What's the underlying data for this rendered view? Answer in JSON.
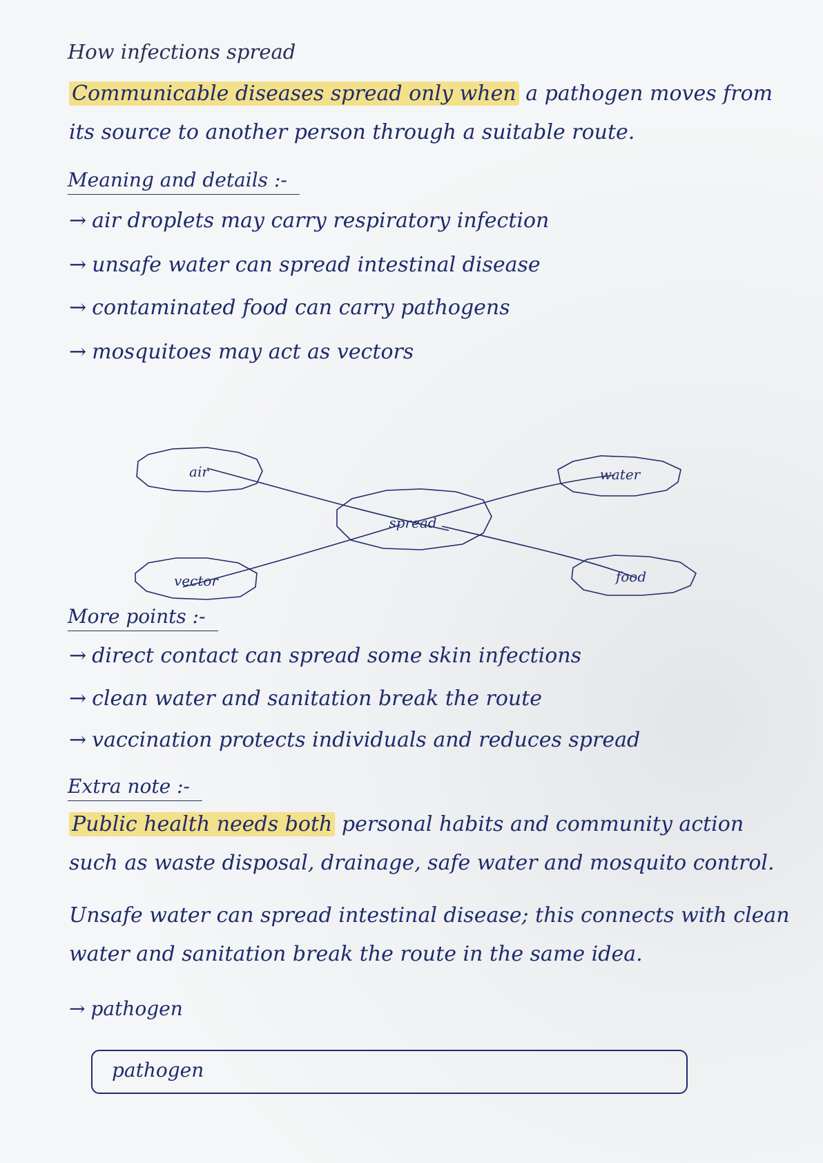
{
  "title": "How infections spread",
  "intro": {
    "highlight": "Communicable diseases spread only when",
    "rest": " a pathogen moves from its source to another person through a suitable route."
  },
  "section1": {
    "heading": "Meaning and details :-",
    "items": [
      "air droplets may carry respiratory infection",
      "unsafe water can spread intestinal disease",
      "contaminated food can carry pathogens",
      "mosquitoes may act as vectors"
    ]
  },
  "diagram": {
    "center": "spread",
    "nodes": [
      "air",
      "water",
      "vector",
      "food"
    ]
  },
  "section2": {
    "heading": "More points :-",
    "items": [
      "direct contact can spread some skin infections",
      "clean water and sanitation break the route",
      "vaccination protects individuals and reduces spread"
    ]
  },
  "section3": {
    "heading": "Extra note :-",
    "highlight": "Public health needs both",
    "rest": " personal habits and community action such as waste disposal, drainage, safe water and mosquito control.",
    "note": "Unsafe water can spread intestinal disease; this connects with clean water and sanitation break the route in the same idea.",
    "bullet": "pathogen",
    "box_label": "pathogen"
  },
  "arrow": "→",
  "colors": {
    "ink": "#1f2a6b",
    "highlight": "#f3e08a"
  }
}
